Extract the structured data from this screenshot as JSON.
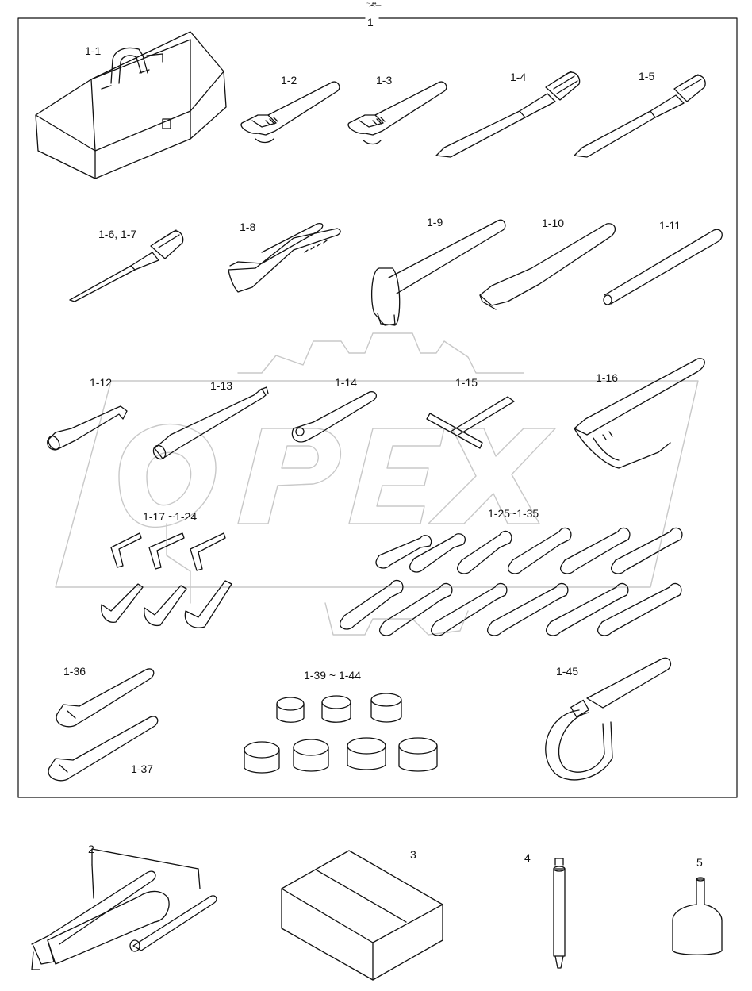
{
  "header_mark": "~ ••",
  "group_label": "1",
  "watermark": "OPEX",
  "parts": [
    {
      "id": "1-1",
      "label": "1-1"
    },
    {
      "id": "1-2",
      "label": "1-2"
    },
    {
      "id": "1-3",
      "label": "1-3"
    },
    {
      "id": "1-4",
      "label": "1-4"
    },
    {
      "id": "1-5",
      "label": "1-5"
    },
    {
      "id": "1-6",
      "label": "1-6, 1-7"
    },
    {
      "id": "1-8",
      "label": "1-8"
    },
    {
      "id": "1-9",
      "label": "1-9"
    },
    {
      "id": "1-10",
      "label": "1-10"
    },
    {
      "id": "1-11",
      "label": "1-11"
    },
    {
      "id": "1-12",
      "label": "1-12"
    },
    {
      "id": "1-13",
      "label": "1-13"
    },
    {
      "id": "1-14",
      "label": "1-14"
    },
    {
      "id": "1-15",
      "label": "1-15"
    },
    {
      "id": "1-16",
      "label": "1-16"
    },
    {
      "id": "1-17",
      "label": "1-17 ~1-24"
    },
    {
      "id": "1-25",
      "label": "1-25~1-35"
    },
    {
      "id": "1-36",
      "label": "1-36"
    },
    {
      "id": "1-37",
      "label": "1-37"
    },
    {
      "id": "1-39",
      "label": "1-39 ~ 1-44"
    },
    {
      "id": "1-45",
      "label": "1-45"
    },
    {
      "id": "2",
      "label": "2"
    },
    {
      "id": "3",
      "label": "3"
    },
    {
      "id": "4",
      "label": "4"
    },
    {
      "id": "5",
      "label": "5"
    }
  ]
}
